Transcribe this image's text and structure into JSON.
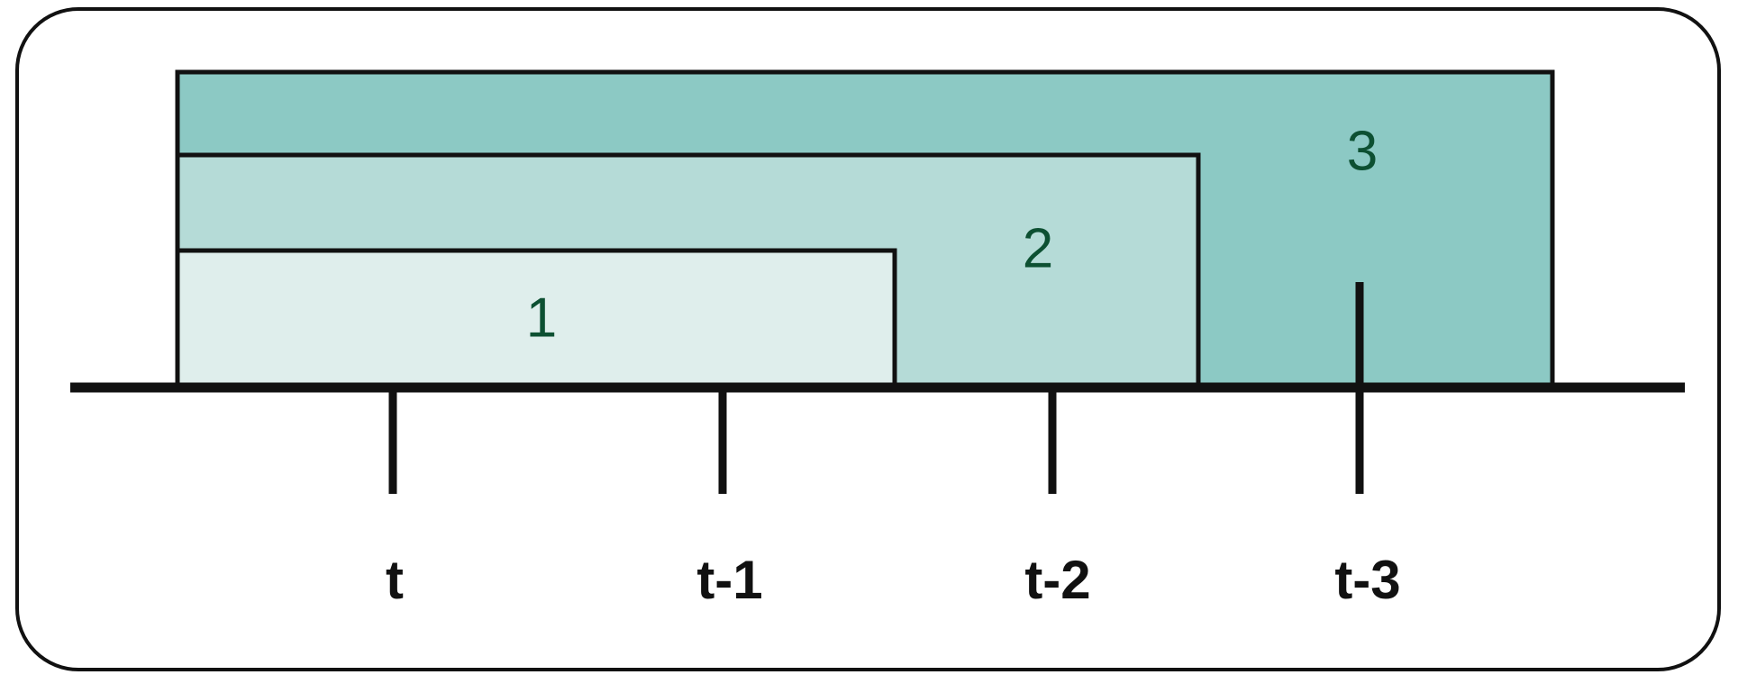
{
  "figure": {
    "title": "",
    "card": {
      "border_color": "#111111",
      "background": "#ffffff",
      "corner_radius": 70
    },
    "axis": {
      "color": "#111111",
      "baseline_label": ""
    }
  },
  "chart_data": {
    "type": "bar",
    "orientation": "horizontal-nested",
    "title": "",
    "xlabel": "",
    "ylabel": "",
    "grid": false,
    "legend": "none",
    "categories": [
      "t",
      "t-1",
      "t-2",
      "t-3"
    ],
    "tick_labels": [
      "t",
      "t-1",
      "t-2",
      "t-3"
    ],
    "series": [
      {
        "name": "1",
        "label": "1",
        "value": 2,
        "extends_to": "t-1",
        "color": "#dfeeec",
        "edge_color": "#111111"
      },
      {
        "name": "2",
        "label": "2",
        "value": 3,
        "extends_to": "t-2",
        "color": "#b5dbd7",
        "edge_color": "#111111"
      },
      {
        "name": "3",
        "label": "3",
        "value": 4,
        "extends_to": "t-3",
        "color": "#8cc9c4",
        "edge_color": "#111111"
      }
    ],
    "annotations": [
      {
        "text": "1",
        "color": "#0d5032"
      },
      {
        "text": "2",
        "color": "#0d5032"
      },
      {
        "text": "3",
        "color": "#0d5032"
      }
    ],
    "colors": {
      "bar_1": "#dfeeec",
      "bar_2": "#b5dbd7",
      "bar_3": "#8cc9c4",
      "label_green": "#0d5032",
      "stroke_black": "#111111"
    }
  },
  "bars": [
    {
      "id": "bar-1",
      "label": "1",
      "fill": "#dfeeec"
    },
    {
      "id": "bar-2",
      "label": "2",
      "fill": "#b5dbd7"
    },
    {
      "id": "bar-3",
      "label": "3",
      "fill": "#8cc9c4"
    }
  ],
  "ticks": [
    {
      "id": "tick-t",
      "label": "t"
    },
    {
      "id": "tick-t-1",
      "label": "t-1"
    },
    {
      "id": "tick-t-2",
      "label": "t-2"
    },
    {
      "id": "tick-t-3",
      "label": "t-3"
    }
  ]
}
